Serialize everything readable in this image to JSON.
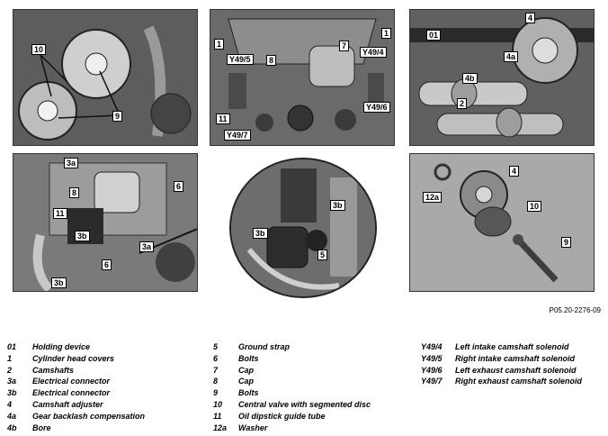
{
  "reference_code": "P05.20-2276-09",
  "panels": {
    "top_left": {
      "labels": [
        "10",
        "9"
      ]
    },
    "top_center": {
      "labels": [
        "1",
        "1",
        "7",
        "8",
        "Y49/5",
        "Y49/4",
        "Y49/6",
        "11",
        "Y49/7"
      ]
    },
    "top_right": {
      "labels": [
        "01",
        "4",
        "4a",
        "4b",
        "2"
      ]
    },
    "mid_left": {
      "labels": [
        "3a",
        "8",
        "6",
        "11",
        "3b",
        "3a",
        "6",
        "3b"
      ]
    },
    "mid_center_zoom": {
      "labels": [
        "3b",
        "3b",
        "5"
      ]
    },
    "mid_right": {
      "labels": [
        "4",
        "12a",
        "10",
        "9"
      ]
    }
  },
  "legend": {
    "col1": [
      {
        "code": "01",
        "text": "Holding device"
      },
      {
        "code": "1",
        "text": "Cylinder head covers"
      },
      {
        "code": "2",
        "text": "Camshafts"
      },
      {
        "code": "3a",
        "text": "Electrical connector"
      },
      {
        "code": "3b",
        "text": "Electrical connector"
      },
      {
        "code": "4",
        "text": "Camshaft adjuster"
      },
      {
        "code": "4a",
        "text": "Gear backlash compensation"
      },
      {
        "code": "4b",
        "text": "Bore"
      }
    ],
    "col2": [
      {
        "code": "5",
        "text": "Ground strap"
      },
      {
        "code": "6",
        "text": "Bolts"
      },
      {
        "code": "7",
        "text": "Cap"
      },
      {
        "code": "8",
        "text": "Cap"
      },
      {
        "code": "9",
        "text": "Bolts"
      },
      {
        "code": "10",
        "text": "Central valve with segmented disc"
      },
      {
        "code": "11",
        "text": "Oil dipstick guide tube"
      },
      {
        "code": "12a",
        "text": "Washer"
      }
    ],
    "col3": [
      {
        "code": "Y49/4",
        "text": "Left intake camshaft solenoid"
      },
      {
        "code": "Y49/5",
        "text": "Right intake camshaft solenoid"
      },
      {
        "code": "Y49/6",
        "text": "Left exhaust camshaft solenoid"
      },
      {
        "code": "Y49/7",
        "text": "Right exhaust camshaft solenoid"
      }
    ]
  }
}
